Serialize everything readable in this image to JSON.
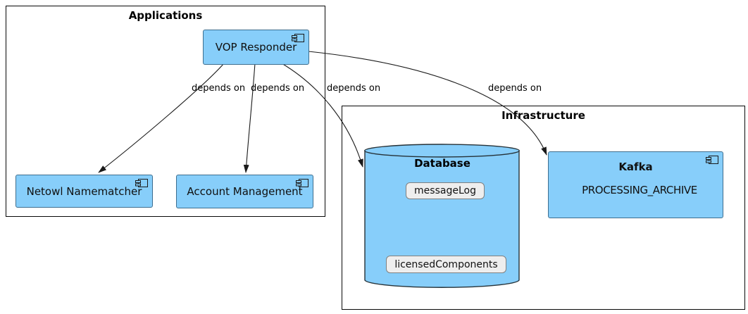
{
  "diagram": {
    "type": "component-diagram",
    "background": "#ffffff"
  },
  "colors": {
    "component_fill": "#87CEFA",
    "component_border": "#3d6e8f",
    "package_border": "#080808",
    "edge_line": "#1a1a1a",
    "badge_fill": "#EEEEEE",
    "badge_border": "#808080",
    "queue_fill": "#EEEEEE",
    "cylinder_stroke": "#263238"
  },
  "packages": [
    {
      "title": "Applications"
    },
    {
      "title": "Infrastructure"
    }
  ],
  "components": [
    {
      "label": "VOP Responder"
    },
    {
      "label": "Netowl Namematcher"
    },
    {
      "label": "Account Management"
    },
    {
      "label": "Kafka"
    }
  ],
  "database": {
    "title": "Database",
    "items": [
      "messageLog",
      "licensedComponents"
    ]
  },
  "queue": {
    "label": "PROCESSING_ARCHIVE"
  },
  "edges": [
    {
      "from": "VOP Responder",
      "to": "Netowl Namematcher",
      "label": "depends on"
    },
    {
      "from": "VOP Responder",
      "to": "Account Management",
      "label": "depends on"
    },
    {
      "from": "VOP Responder",
      "to": "Database",
      "label": "depends on"
    },
    {
      "from": "VOP Responder",
      "to": "Kafka",
      "label": "depends on"
    }
  ]
}
